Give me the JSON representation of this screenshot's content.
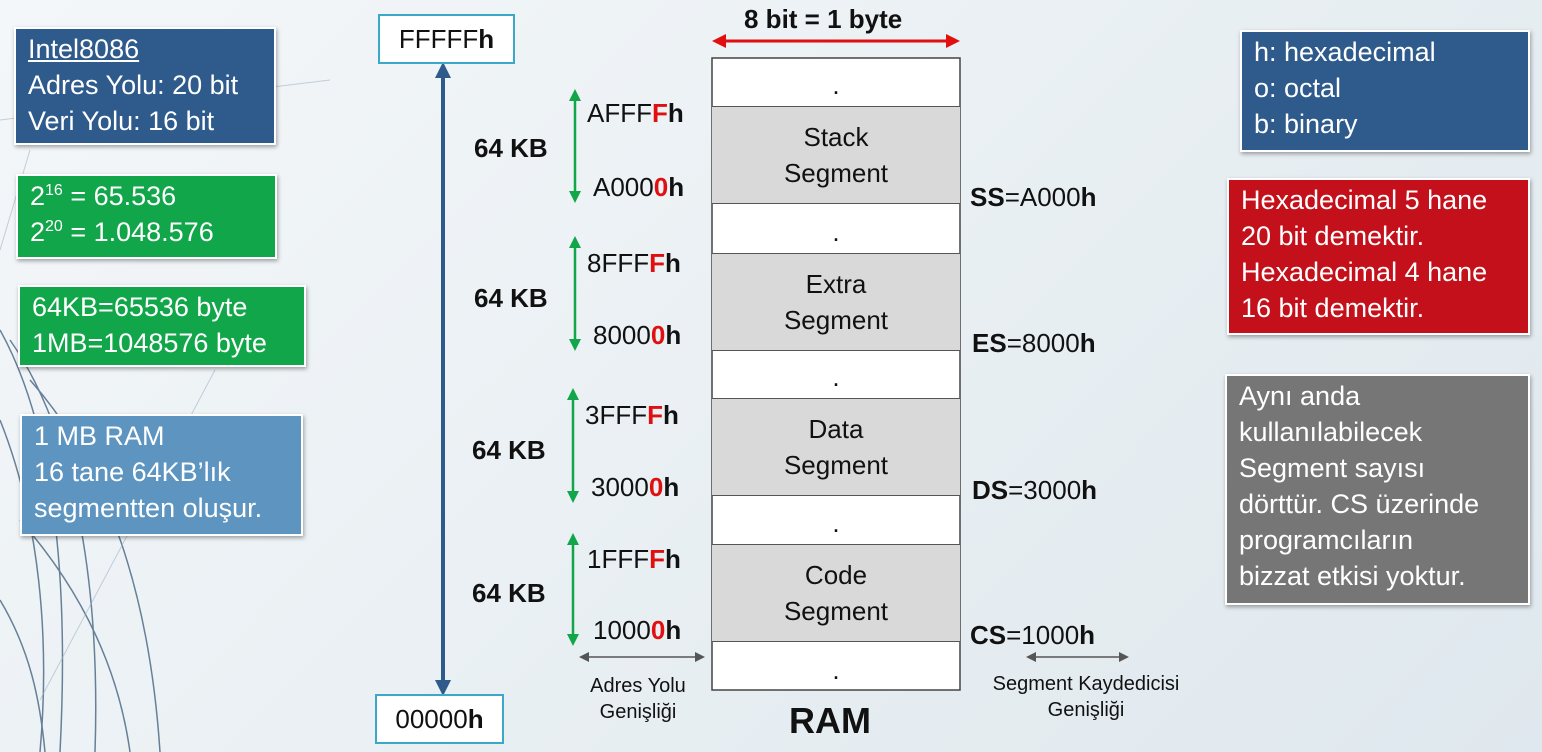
{
  "info_boxes": {
    "cpu": {
      "title": "Intel8086",
      "line1": "Adres Yolu: 20 bit",
      "line2": "Veri Yolu: 16 bit"
    },
    "powers": {
      "p16_base": "2",
      "p16_exp": "16",
      "p16_val": " = 65.536",
      "p20_base": "2",
      "p20_exp": "20",
      "p20_val": " = 1.048.576"
    },
    "sizes": {
      "line1": "64KB=65536 byte",
      "line2": "1MB=1048576 byte"
    },
    "ram_info": {
      "line1": "1 MB RAM",
      "line2": "16 tane 64KB’lık",
      "line3": "segmentten oluşur."
    },
    "legend": {
      "line1": "h: hexadecimal",
      "line2": "o: octal",
      "line3": "b: binary"
    },
    "hex_note": {
      "line1": "Hexadecimal 5 hane",
      "line2": "20 bit demektir.",
      "line3": "Hexadecimal 4 hane",
      "line4": "16 bit demektir."
    },
    "segment_note": {
      "line1": "Aynı anda",
      "line2": "kullanılabilecek",
      "line3": "Segment sayısı",
      "line4": "dörttür. CS üzerinde",
      "line5": "programcıların",
      "line6": "bizzat etkisi yoktur."
    }
  },
  "address_range": {
    "top": "FFFFF",
    "bottom": "00000",
    "suffix": "h"
  },
  "width_label": "8 bit = 1 byte",
  "ram_label": "RAM",
  "dots": [
    ".",
    ".",
    ".",
    ".",
    "."
  ],
  "segments": [
    {
      "name1": "Stack",
      "name2": "Segment",
      "size": "64 KB",
      "hi_pre": "AFFF",
      "hi_last": "F",
      "lo_pre": "A000",
      "lo_last": "0",
      "suffix": "h",
      "reg": "SS",
      "reg_val": "=A000",
      "reg_suffix": "h"
    },
    {
      "name1": "Extra",
      "name2": "Segment",
      "size": "64 KB",
      "hi_pre": "8FFF",
      "hi_last": "F",
      "lo_pre": "8000",
      "lo_last": "0",
      "suffix": "h",
      "reg": "ES",
      "reg_val": "=8000",
      "reg_suffix": "h"
    },
    {
      "name1": "Data",
      "name2": "Segment",
      "size": "64 KB",
      "hi_pre": "3FFF",
      "hi_last": "F",
      "lo_pre": "3000",
      "lo_last": "0",
      "suffix": "h",
      "reg": "DS",
      "reg_val": "=3000",
      "reg_suffix": "h"
    },
    {
      "name1": "Code",
      "name2": "Segment",
      "size": "64 KB",
      "hi_pre": "1FFF",
      "hi_last": "F",
      "lo_pre": "1000",
      "lo_last": "0",
      "suffix": "h",
      "reg": "CS",
      "reg_val": "=1000",
      "reg_suffix": "h"
    }
  ],
  "bottom_labels": {
    "address_width_1": "Adres Yolu",
    "address_width_2": "Genişliği",
    "segreg_width_1": "Segment Kaydedicisi",
    "segreg_width_2": "Genişliği"
  },
  "colors": {
    "accent_red": "#e01010",
    "arrow_blue": "#2e5a8c",
    "arrow_green": "#12a64a"
  }
}
